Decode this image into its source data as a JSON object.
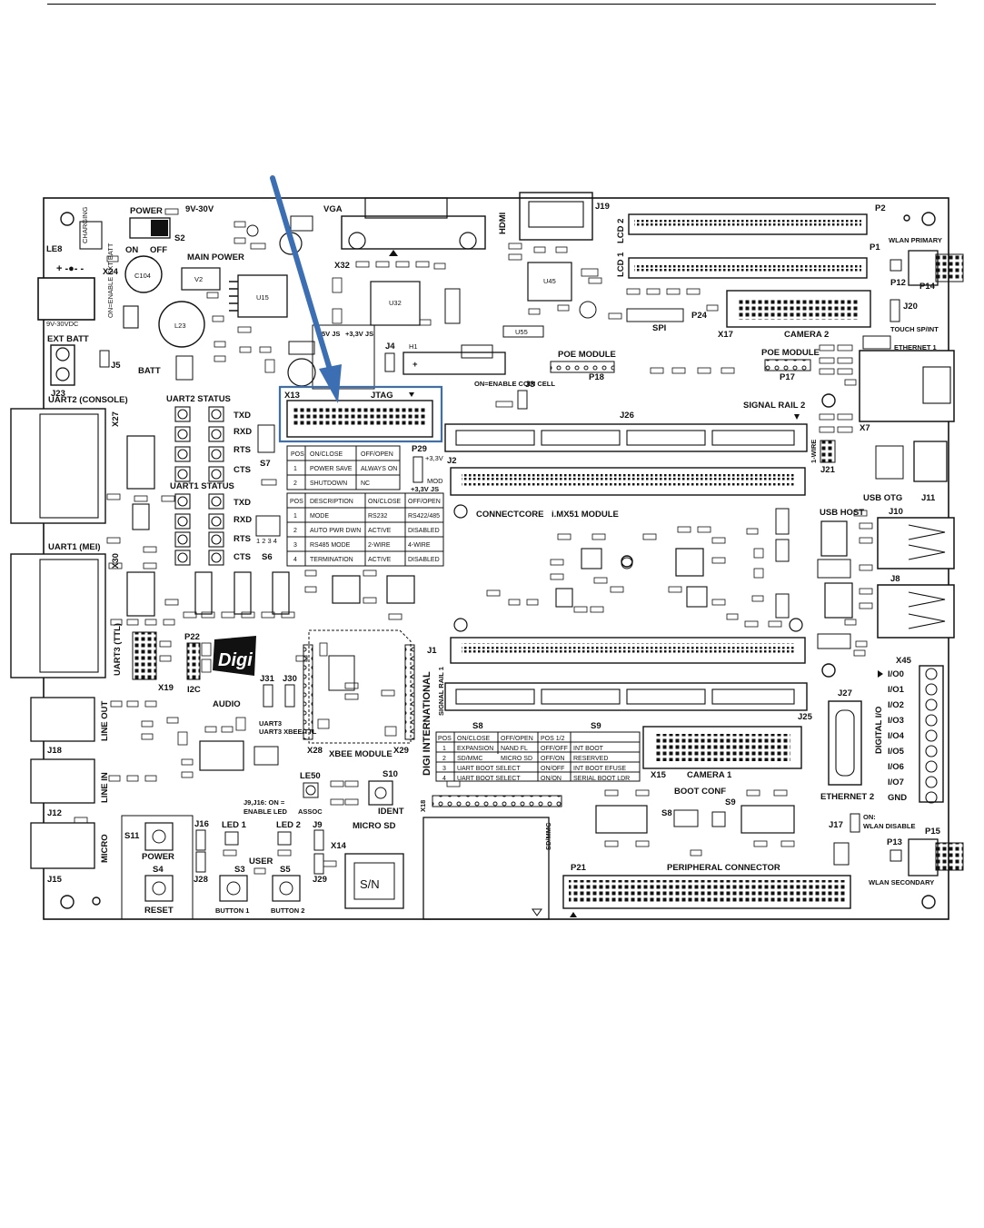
{
  "board": {
    "labels": {
      "power": "POWER",
      "v9_30": "9V-30V",
      "s2": "S2",
      "on": "ON",
      "off": "OFF",
      "main_power": "MAIN POWER",
      "charging": "CHARGING",
      "x24": "X24",
      "enable_ext_batt": "ON=ENABLE EXT BATT",
      "v9_30vdc": "9V-30VDC",
      "ext_batt": "EXT BATT",
      "j5": "J5",
      "batt": "BATT",
      "j23": "J23",
      "vga": "VGA",
      "hdmi": "HDMI",
      "x32": "X32",
      "j19": "J19",
      "lcd2": "LCD 2",
      "lcd1": "LCD 1",
      "p2": "P2",
      "p1": "P1",
      "wlan_primary": "WLAN PRIMARY",
      "p12": "P12",
      "p14": "P14",
      "j20": "J20",
      "touch_sp_int": "TOUCH SP/INT",
      "spi": "SPI",
      "p24": "P24",
      "x17": "X17",
      "camera2": "CAMERA 2",
      "v5_js": "5V JS",
      "v33_js": "+3,3V JS",
      "j4": "J4",
      "h1": "H1",
      "poe_module_18": "POE MODULE",
      "p18": "P18",
      "poe_module_17": "POE MODULE",
      "p17": "P17",
      "ethernet1": "ETHERNET 1",
      "uart2_console": "UART2 (CONSOLE)",
      "uart2_status": "UART2 STATUS",
      "x27": "X27",
      "txd": "TXD",
      "rxd": "RXD",
      "rts": "RTS",
      "cts": "CTS",
      "s7": "S7",
      "x13": "X13",
      "jtag": "JTAG",
      "on_enable_coin_cell": "ON=ENABLE COIN CELL",
      "j3": "J3",
      "signal_rail2": "SIGNAL RAIL 2",
      "j26": "J26",
      "p29": "P29",
      "v33": "+3,3V",
      "j2": "J2",
      "mod": "MOD",
      "v33js_b": "+3,3V JS",
      "one_wire": "1-WIRE",
      "j21": "J21",
      "x7": "X7",
      "usb_otg": "USB OTG",
      "j11": "J11",
      "uart1_status": "UART1 STATUS",
      "uart1_mei": "UART1 (MEI)",
      "x30": "X30",
      "s6": "S6",
      "connectcore": "CONNECTCORE",
      "imx51": "i.MX51 MODULE",
      "usb_host": "USB HOST",
      "j10": "J10",
      "j8": "J8",
      "p22": "P22",
      "uart3_ttl": "UART3 (TTL)",
      "x19": "X19",
      "i2c": "I2C",
      "digi_logo": "Digi",
      "j31": "J31",
      "j30": "J30",
      "uart3_xbee": "UART3 XBEE/TTL",
      "audio": "AUDIO",
      "line_out": "LINE OUT",
      "j18": "J18",
      "x28": "X28",
      "xbee_module": "XBEE MODULE",
      "x29": "X29",
      "j1": "J1",
      "digi_international": "DIGI INTERNATIONAL",
      "signal_rail1": "SIGNAL RAIL 1",
      "j25": "J25",
      "x45": "X45",
      "j27": "J27",
      "digital_io": "DIGITAL I/O",
      "ethernet2": "ETHERNET 2",
      "io0": "I/O0",
      "io1": "I/O1",
      "io2": "I/O2",
      "io3": "I/O3",
      "io4": "I/O4",
      "io5": "I/O5",
      "io6": "I/O6",
      "io7": "I/O7",
      "gnd": "GND",
      "x15": "X15",
      "camera1": "CAMERA 1",
      "s8_title": "S8",
      "s9_title": "S9",
      "line_in": "LINE IN",
      "j12": "J12",
      "micro": "MICRO",
      "j15": "J15",
      "le50": "LE50",
      "assoc": "ASSOC",
      "s10": "S10",
      "ident": "IDENT",
      "j9_j16_note": "J9,J16: ON = ENABLE LED",
      "x18": "X18",
      "boot_conf": "BOOT CONF",
      "s8": "S8",
      "s9": "S9",
      "sd_mmc": "SD/MMC",
      "s11": "S11",
      "power_btn": "POWER",
      "j16": "J16",
      "led1": "LED 1",
      "led2": "LED 2",
      "j9": "J9",
      "micro_sd": "MICRO SD",
      "x14": "X14",
      "s4": "S4",
      "reset": "RESET",
      "s3": "S3",
      "user": "USER",
      "s5": "S5",
      "button1": "BUTTON 1",
      "button2": "BUTTON 2",
      "j28": "J28",
      "j29": "J29",
      "sn": "S/N",
      "j17": "J17",
      "wlan_disable": "ON: WLAN DISABLE",
      "p13": "P13",
      "p15": "P15",
      "p21": "P21",
      "peripheral_connector": "PERIPHERAL CONNECTOR",
      "wlan_secondary": "WLAN SECONDARY"
    },
    "table_s7": {
      "headers": [
        "POS",
        "ON/CLOSE",
        "OFF/OPEN"
      ],
      "rows": [
        [
          "1",
          "POWER SAVE",
          "ALWAYS ON"
        ],
        [
          "2",
          "SHUTDOWN",
          "NC"
        ]
      ]
    },
    "table_s6": {
      "headers": [
        "POS",
        "DESCRIPTION",
        "ON/CLOSE",
        "OFF/OPEN"
      ],
      "rows": [
        [
          "1",
          "MODE",
          "RS232",
          "RS422/485"
        ],
        [
          "2",
          "AUTO PWR DWN",
          "ACTIVE",
          "DISABLED"
        ],
        [
          "3",
          "RS485 MODE",
          "2-WIRE",
          "4-WIRE"
        ],
        [
          "4",
          "TERMINATION",
          "ACTIVE",
          "DISABLED"
        ]
      ]
    },
    "table_s8": {
      "headers": [
        "POS",
        "ON/CLOSE",
        "OFF/OPEN"
      ],
      "rows": [
        [
          "1",
          "EXPANSION",
          "NAND FL"
        ],
        [
          "2",
          "SD/MMC",
          "MICRO SD"
        ],
        [
          "3",
          "UART BOOT SELECT",
          ""
        ],
        [
          "4",
          "UART BOOT SELECT",
          ""
        ]
      ]
    },
    "table_s9": {
      "headers": [
        "POS 1/2",
        ""
      ],
      "rows": [
        [
          "OFF/OFF",
          "INT BOOT"
        ],
        [
          "OFF/ON",
          "RESERVED"
        ],
        [
          "ON/OFF",
          "INT BOOT EFUSE"
        ],
        [
          "ON/ON",
          "SERIAL BOOT LDR"
        ]
      ]
    },
    "colors": {
      "highlight": "#3c6eb4",
      "arrow": "#3c6eb4",
      "ink": "#111111"
    }
  }
}
